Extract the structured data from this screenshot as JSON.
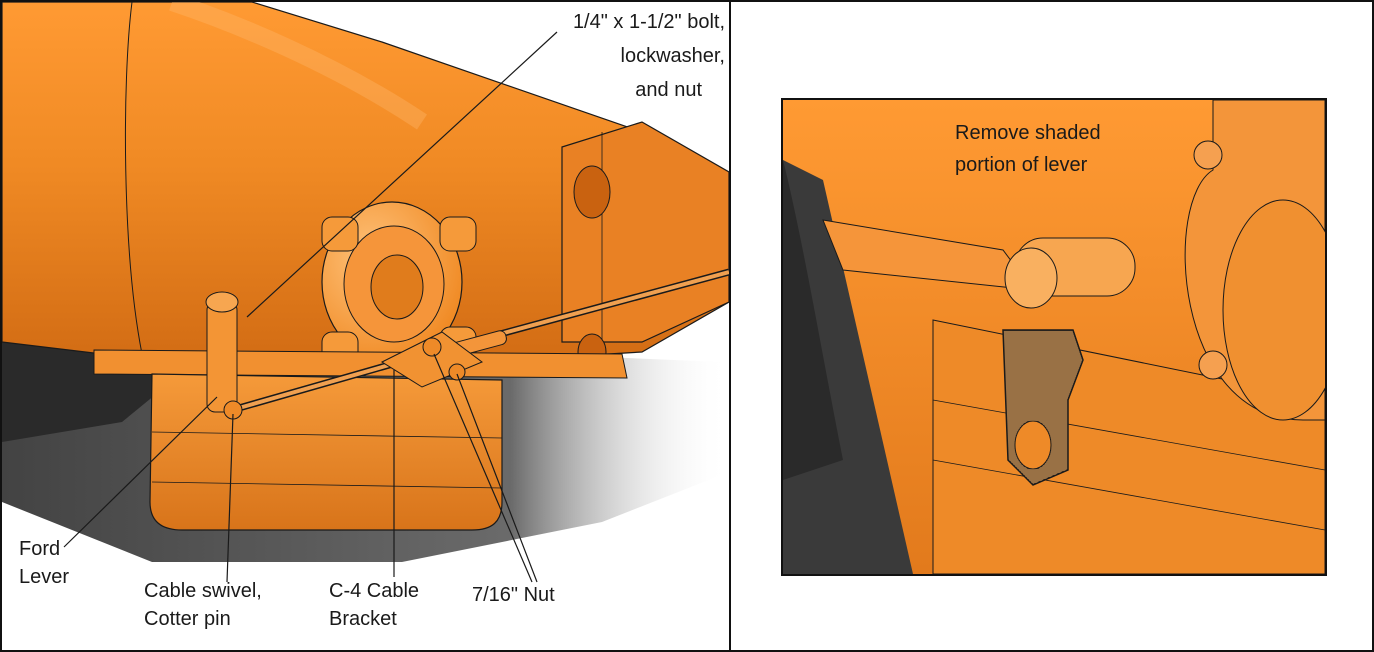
{
  "left_figure": {
    "labels": {
      "bolt_line1": "1/4\" x 1-1/2\" bolt,",
      "bolt_line2": "lockwasher,",
      "bolt_line3": "and nut",
      "ford_line1": "Ford",
      "ford_line2": "Lever",
      "swivel_line1": "Cable swivel,",
      "swivel_line2": "Cotter pin",
      "bracket_line1": "C-4 Cable",
      "bracket_line2": "Bracket",
      "nut": "7/16\" Nut"
    }
  },
  "right_figure": {
    "labels": {
      "remove_line1": "Remove shaded",
      "remove_line2": "portion of lever"
    }
  },
  "colors": {
    "housing": "#f08a24",
    "housing_light": "#ffb060",
    "housing_dark": "#c96210",
    "shadow": "#3a3a3a",
    "outline": "#1a1a1a"
  }
}
